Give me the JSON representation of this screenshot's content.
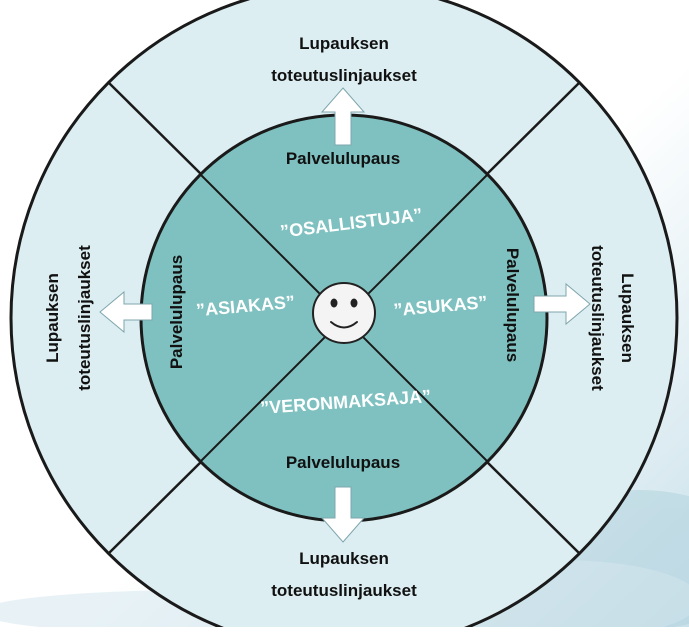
{
  "diagram": {
    "roles": {
      "top": "”OSALLISTUJA”",
      "left": "”ASIAKAS”",
      "right": "”ASUKAS”",
      "bottom": "”VERONMAKSAJA”"
    },
    "promise": {
      "top": "Palvelulupaus",
      "left": "Palvelulupaus",
      "right": "Palvelulupaus",
      "bottom": "Palvelulupaus"
    },
    "outer": {
      "top": [
        "Lupauksen",
        "toteutuslinjaukset"
      ],
      "left": [
        "Lupauksen",
        "toteutuslinjaukset"
      ],
      "right": [
        "Lupauksen",
        "toteutuslinjaukset"
      ],
      "bottom": [
        "Lupauksen",
        "toteutuslinjaukset"
      ]
    },
    "center_icon": "smiley-face-icon",
    "colors": {
      "outer_ring": "#dceef2",
      "inner_circle": "#7fc1c0",
      "lines": "#1a1a1a",
      "arrow": "#ffffff",
      "role_text": "#ffffff",
      "label_text": "#111111"
    }
  }
}
